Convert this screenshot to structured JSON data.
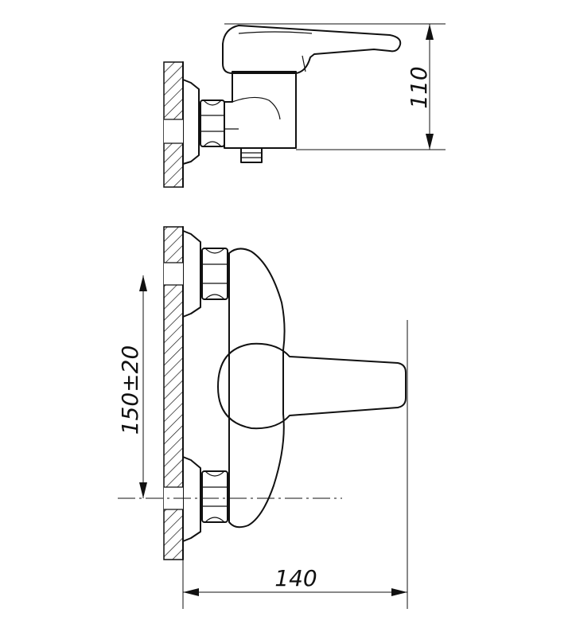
{
  "dimensions": {
    "height_top": "110",
    "spacing_center": "150±20",
    "width_projection": "140"
  },
  "colors": {
    "line": "#111111",
    "background": "#ffffff"
  }
}
